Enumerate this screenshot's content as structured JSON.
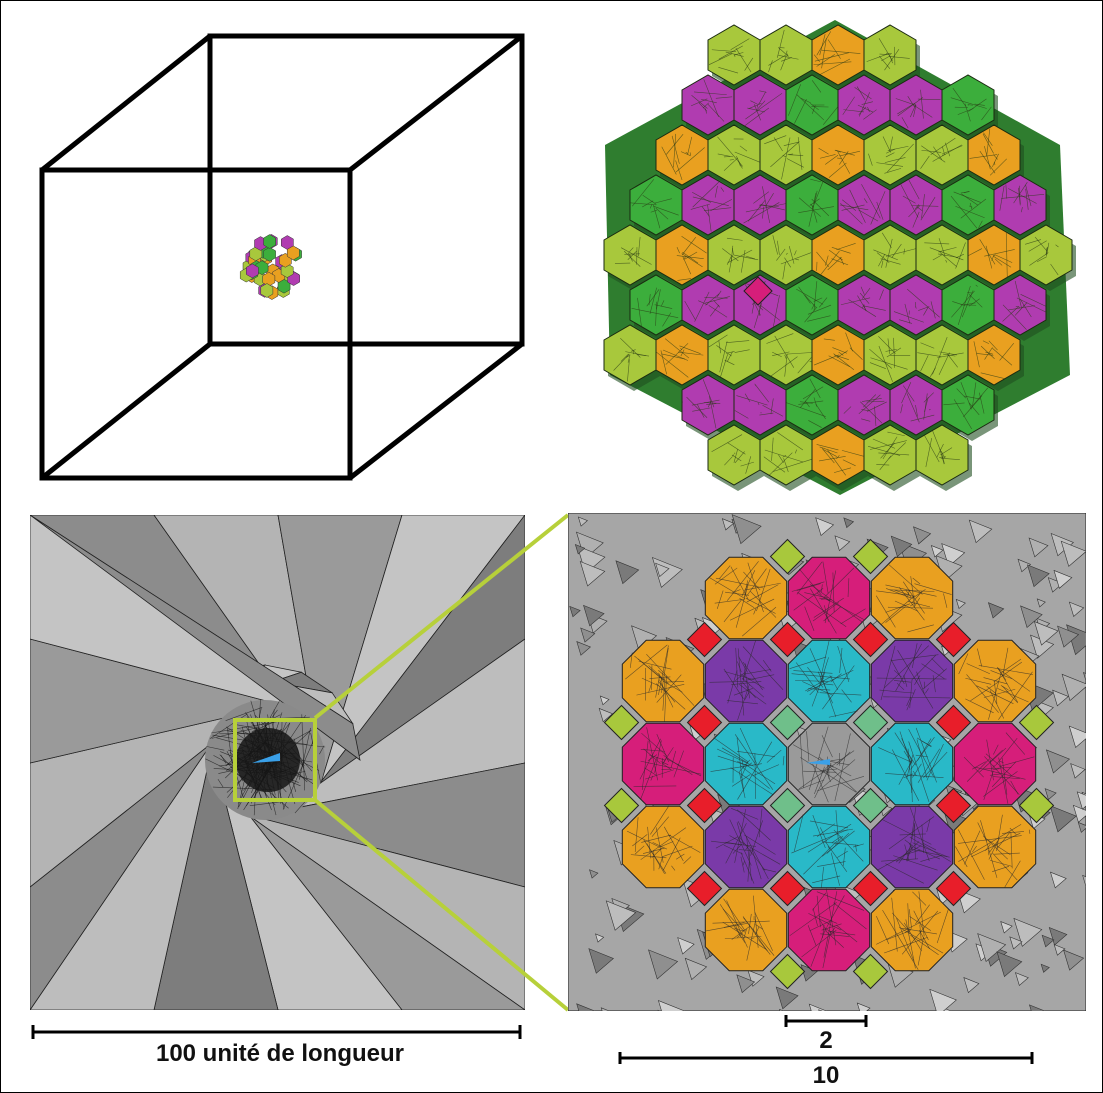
{
  "figure": {
    "scale_left_label": "100 unité de longueur",
    "scale_right_small_label": "2",
    "scale_right_large_label": "10"
  },
  "colors": {
    "lime_green": "#a8c83c",
    "dark_green": "#3cae3c",
    "magenta": "#b03cb0",
    "hot_pink": "#d61e7a",
    "orange": "#e9a020",
    "purple": "#7a3aa8",
    "cyan": "#29b9c8",
    "red": "#e81e2a",
    "mesh_gray": "#a9a9a9",
    "zoom_line": "#b7d03a"
  },
  "icons": [
    "wireframe-cube-icon",
    "mesh-cluster-icon",
    "axis-triad-icon"
  ]
}
